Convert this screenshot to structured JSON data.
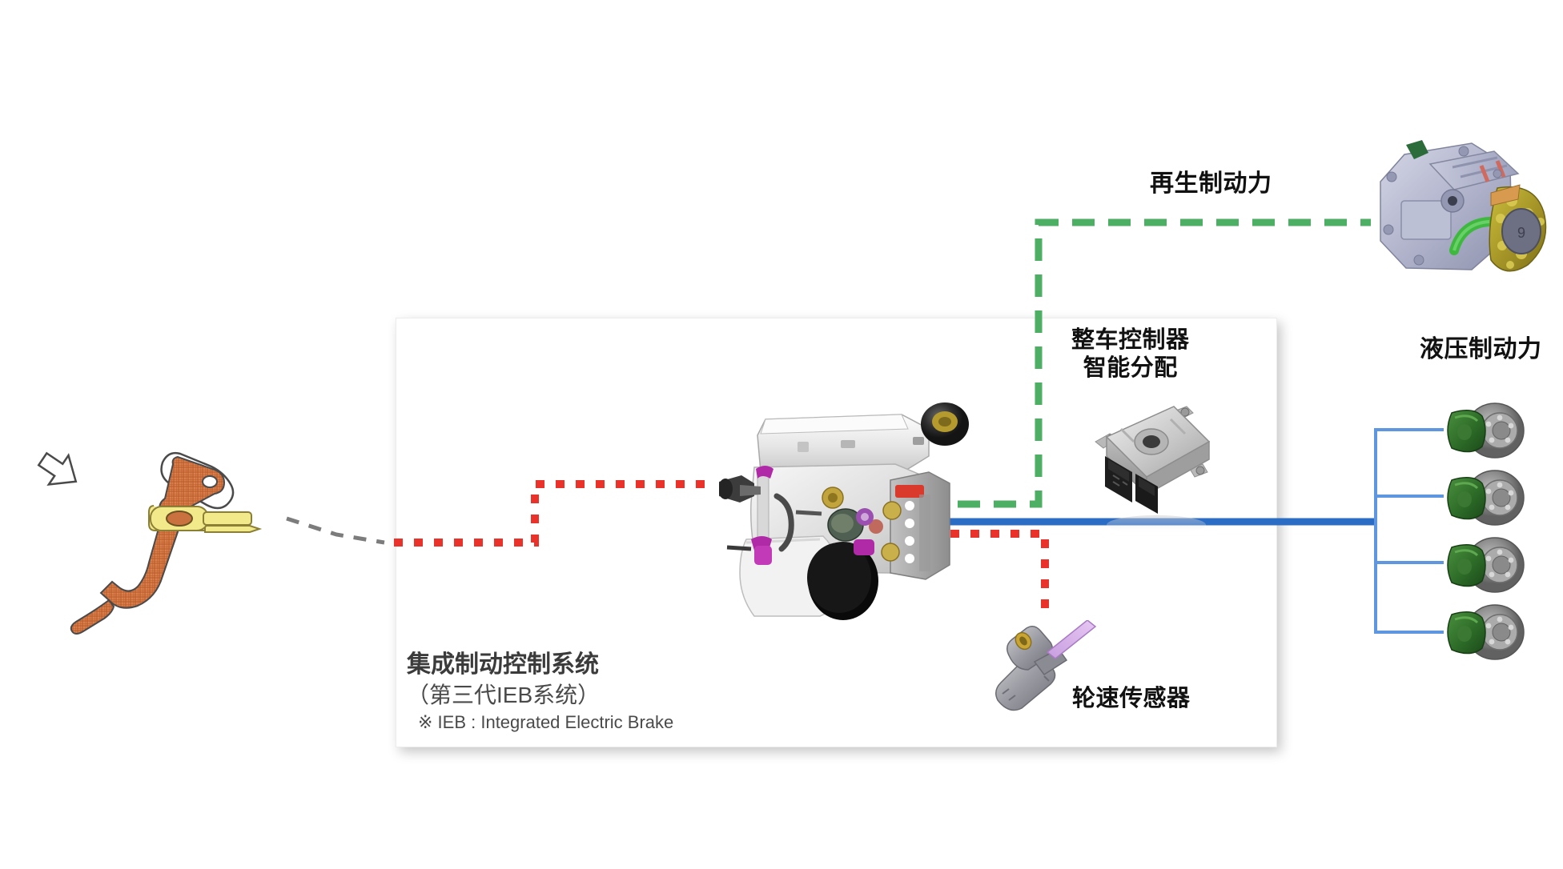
{
  "diagram": {
    "title_block": {
      "main": "集成制动控制系统",
      "sub": "（第三代IEB系统）",
      "note": "※ IEB : Integrated Electric Brake"
    },
    "labels": {
      "regen_force": "再生制动力",
      "hydraulic_force": "液压制动力",
      "vcu_line1": "整车控制器",
      "vcu_line2": "智能分配",
      "wheel_speed_sensor": "轮速传感器"
    },
    "components": {
      "brake_pedal": "brake-pedal-assembly",
      "ieb_module": "integrated-electric-brake-module",
      "vcu_ecu": "vehicle-control-unit-ecu",
      "wheel_speed_sensor": "wheel-speed-sensor",
      "edrive_motor": "electric-drive-motor-inverter",
      "brake_discs_count": 4,
      "press_arrow": "pedal-press-arrow"
    },
    "colors": {
      "signal_red": "#E8322A",
      "regen_green": "#4CAF64",
      "hydraulic_blue": "#2B6CC4",
      "branch_blue": "#5E96E0",
      "pedal_orange": "#D4703A",
      "pedal_rod_yellow": "#F2E98A",
      "caliper_green": "#2E6B2A",
      "rotor_gray": "#8A8A8A",
      "panel_border": "#ececec",
      "text_dark": "#111111",
      "title_gray": "#3b3b3b"
    },
    "line_styles": {
      "regen": "dashed",
      "hydraulic": "solid",
      "signal": "dotted",
      "pedal_link": "dashed-gray"
    }
  }
}
